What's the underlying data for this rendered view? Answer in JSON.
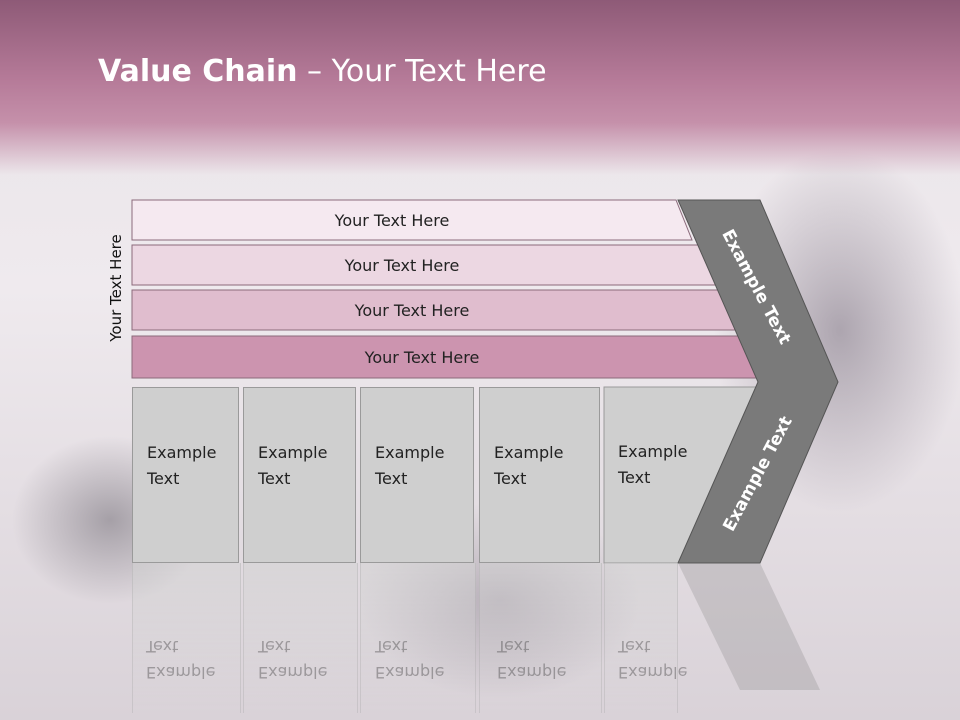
{
  "title": {
    "bold": "Value Chain",
    "rest": " – Your Text Here"
  },
  "vertical_label": "Your Text Here",
  "rows": [
    {
      "label": "Your Text Here",
      "color": "#f5e9f0"
    },
    {
      "label": "Your Text Here",
      "color": "#ecd7e2"
    },
    {
      "label": "Your Text Here",
      "color": "#e0bdce"
    },
    {
      "label": "Your Text Here",
      "color": "#cc94af"
    }
  ],
  "boxes": [
    {
      "line1": "Example",
      "line2": "Text"
    },
    {
      "line1": "Example",
      "line2": "Text"
    },
    {
      "line1": "Example",
      "line2": "Text"
    },
    {
      "line1": "Example",
      "line2": "Text"
    },
    {
      "line1": "Example",
      "line2": "Text"
    }
  ],
  "chevron": {
    "upper_text": "Example Text",
    "lower_text": "Example Text",
    "color": "#7a7a7a"
  }
}
